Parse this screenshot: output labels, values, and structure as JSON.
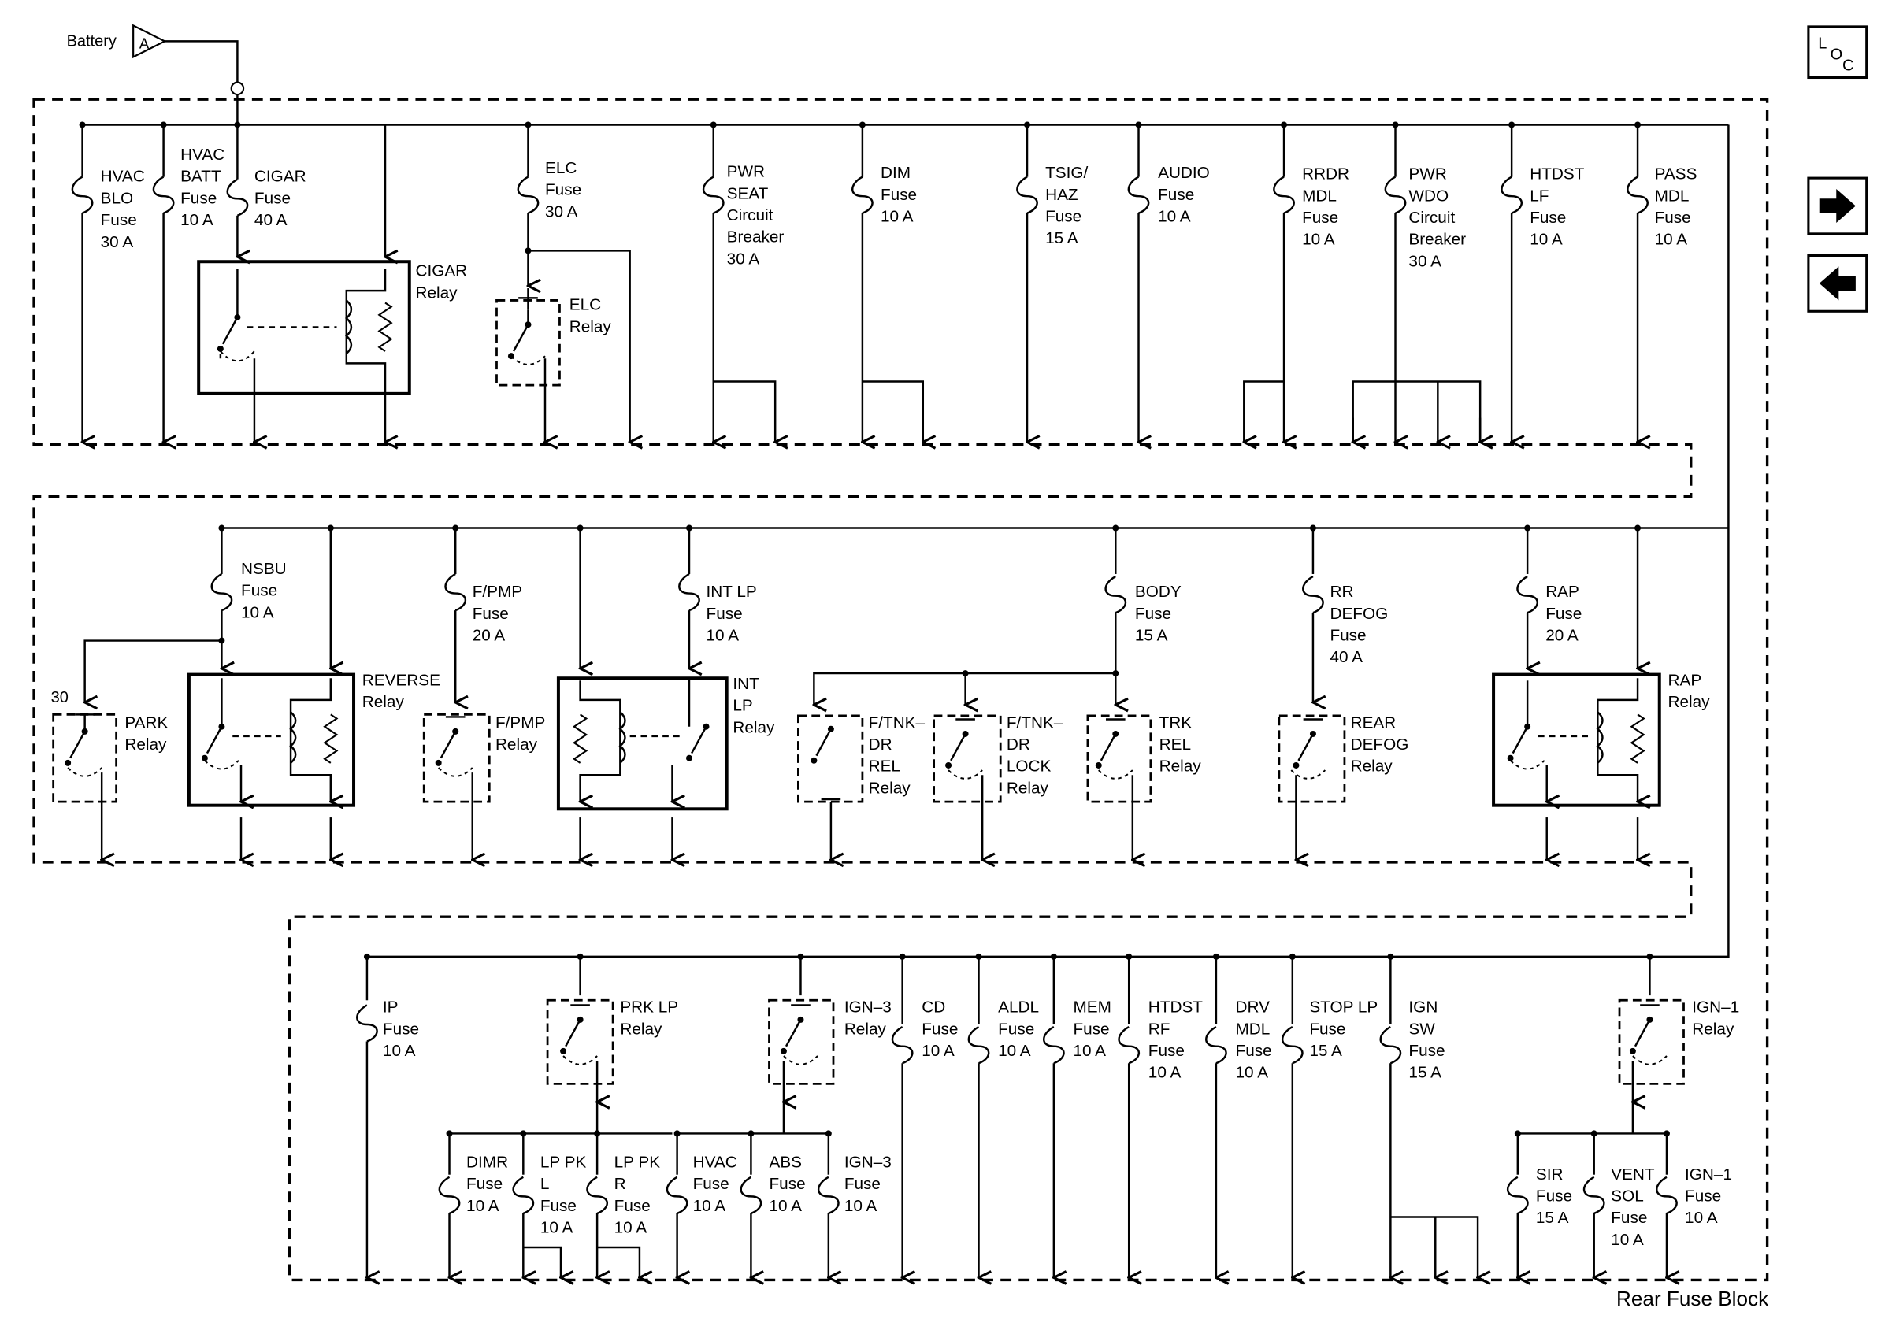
{
  "battery": {
    "label": "Battery",
    "connector": "A"
  },
  "loc_button": {
    "l": "L",
    "o": "O",
    "c": "C"
  },
  "nav": {
    "next_icon": "right-arrow-icon",
    "prev_icon": "left-arrow-icon"
  },
  "block_label": "Rear Fuse Block",
  "row1_fuses": [
    {
      "lines": [
        "HVAC",
        "BLO",
        "Fuse",
        "30 A"
      ]
    },
    {
      "lines": [
        "HVAC",
        "BATT",
        "Fuse",
        "10 A"
      ]
    },
    {
      "lines": [
        "CIGAR",
        "Fuse",
        "40 A"
      ]
    },
    {
      "lines": [
        "ELC",
        "Fuse",
        "30 A"
      ]
    },
    {
      "lines": [
        "PWR",
        "SEAT",
        "Circuit",
        "Breaker",
        "30 A"
      ]
    },
    {
      "lines": [
        "DIM",
        "Fuse",
        "10 A"
      ]
    },
    {
      "lines": [
        "TSIG/",
        "HAZ",
        "Fuse",
        "15 A"
      ]
    },
    {
      "lines": [
        "AUDIO",
        "Fuse",
        "10 A"
      ]
    },
    {
      "lines": [
        "RRDR",
        "MDL",
        "Fuse",
        "10 A"
      ]
    },
    {
      "lines": [
        "PWR",
        "WDO",
        "Circuit",
        "Breaker",
        "30 A"
      ]
    },
    {
      "lines": [
        "HTDST",
        "LF",
        "Fuse",
        "10 A"
      ]
    },
    {
      "lines": [
        "PASS",
        "MDL",
        "Fuse",
        "10 A"
      ]
    }
  ],
  "row1_relays": [
    {
      "lines": [
        "CIGAR",
        "Relay"
      ]
    },
    {
      "lines": [
        "ELC",
        "Relay"
      ]
    }
  ],
  "row2_fuses": [
    {
      "lines": [
        "NSBU",
        "Fuse",
        "10 A"
      ]
    },
    {
      "lines": [
        "F/PMP",
        "Fuse",
        "20 A"
      ]
    },
    {
      "lines": [
        "INT LP",
        "Fuse",
        "10 A"
      ]
    },
    {
      "lines": [
        "BODY",
        "Fuse",
        "15 A"
      ]
    },
    {
      "lines": [
        "RR",
        "DEFOG",
        "Fuse",
        "40 A"
      ]
    },
    {
      "lines": [
        "RAP",
        "Fuse",
        "20 A"
      ]
    }
  ],
  "row2_relays": [
    {
      "lines": [
        "PARK",
        "Relay"
      ]
    },
    {
      "lines": [
        "REVERSE",
        "Relay"
      ]
    },
    {
      "lines": [
        "F/PMP",
        "Relay"
      ]
    },
    {
      "lines": [
        "INT",
        "LP",
        "Relay"
      ]
    },
    {
      "lines": [
        "F/TNK–",
        "DR",
        "REL",
        "Relay"
      ]
    },
    {
      "lines": [
        "F/TNK–",
        "DR",
        "LOCK",
        "Relay"
      ]
    },
    {
      "lines": [
        "TRK",
        "REL",
        "Relay"
      ]
    },
    {
      "lines": [
        "REAR",
        "DEFOG",
        "Relay"
      ]
    },
    {
      "lines": [
        "RAP",
        "Relay"
      ]
    }
  ],
  "park_terminal": "30",
  "row3_fuses": [
    {
      "lines": [
        "IP",
        "Fuse",
        "10 A"
      ]
    },
    {
      "lines": [
        "CD",
        "Fuse",
        "10 A"
      ]
    },
    {
      "lines": [
        "ALDL",
        "Fuse",
        "10 A"
      ]
    },
    {
      "lines": [
        "MEM",
        "Fuse",
        "10 A"
      ]
    },
    {
      "lines": [
        "HTDST",
        "RF",
        "Fuse",
        "10 A"
      ]
    },
    {
      "lines": [
        "DRV",
        "MDL",
        "Fuse",
        "10 A"
      ]
    },
    {
      "lines": [
        "STOP LP",
        "Fuse",
        "15 A"
      ]
    },
    {
      "lines": [
        "IGN",
        "SW",
        "Fuse",
        "15 A"
      ]
    },
    {
      "lines": [
        "DIMR",
        "Fuse",
        "10 A"
      ]
    },
    {
      "lines": [
        "LP PK",
        "L",
        "Fuse",
        "10 A"
      ]
    },
    {
      "lines": [
        "LP PK",
        "R",
        "Fuse",
        "10 A"
      ]
    },
    {
      "lines": [
        "HVAC",
        "Fuse",
        "10 A"
      ]
    },
    {
      "lines": [
        "ABS",
        "Fuse",
        "10 A"
      ]
    },
    {
      "lines": [
        "IGN–3",
        "Fuse",
        "10 A"
      ]
    },
    {
      "lines": [
        "SIR",
        "Fuse",
        "15 A"
      ]
    },
    {
      "lines": [
        "VENT",
        "SOL",
        "Fuse",
        "10 A"
      ]
    },
    {
      "lines": [
        "IGN–1",
        "Fuse",
        "10 A"
      ]
    }
  ],
  "row3_relays": [
    {
      "lines": [
        "PRK LP",
        "Relay"
      ]
    },
    {
      "lines": [
        "IGN–3",
        "Relay"
      ]
    },
    {
      "lines": [
        "IGN–1",
        "Relay"
      ]
    }
  ]
}
